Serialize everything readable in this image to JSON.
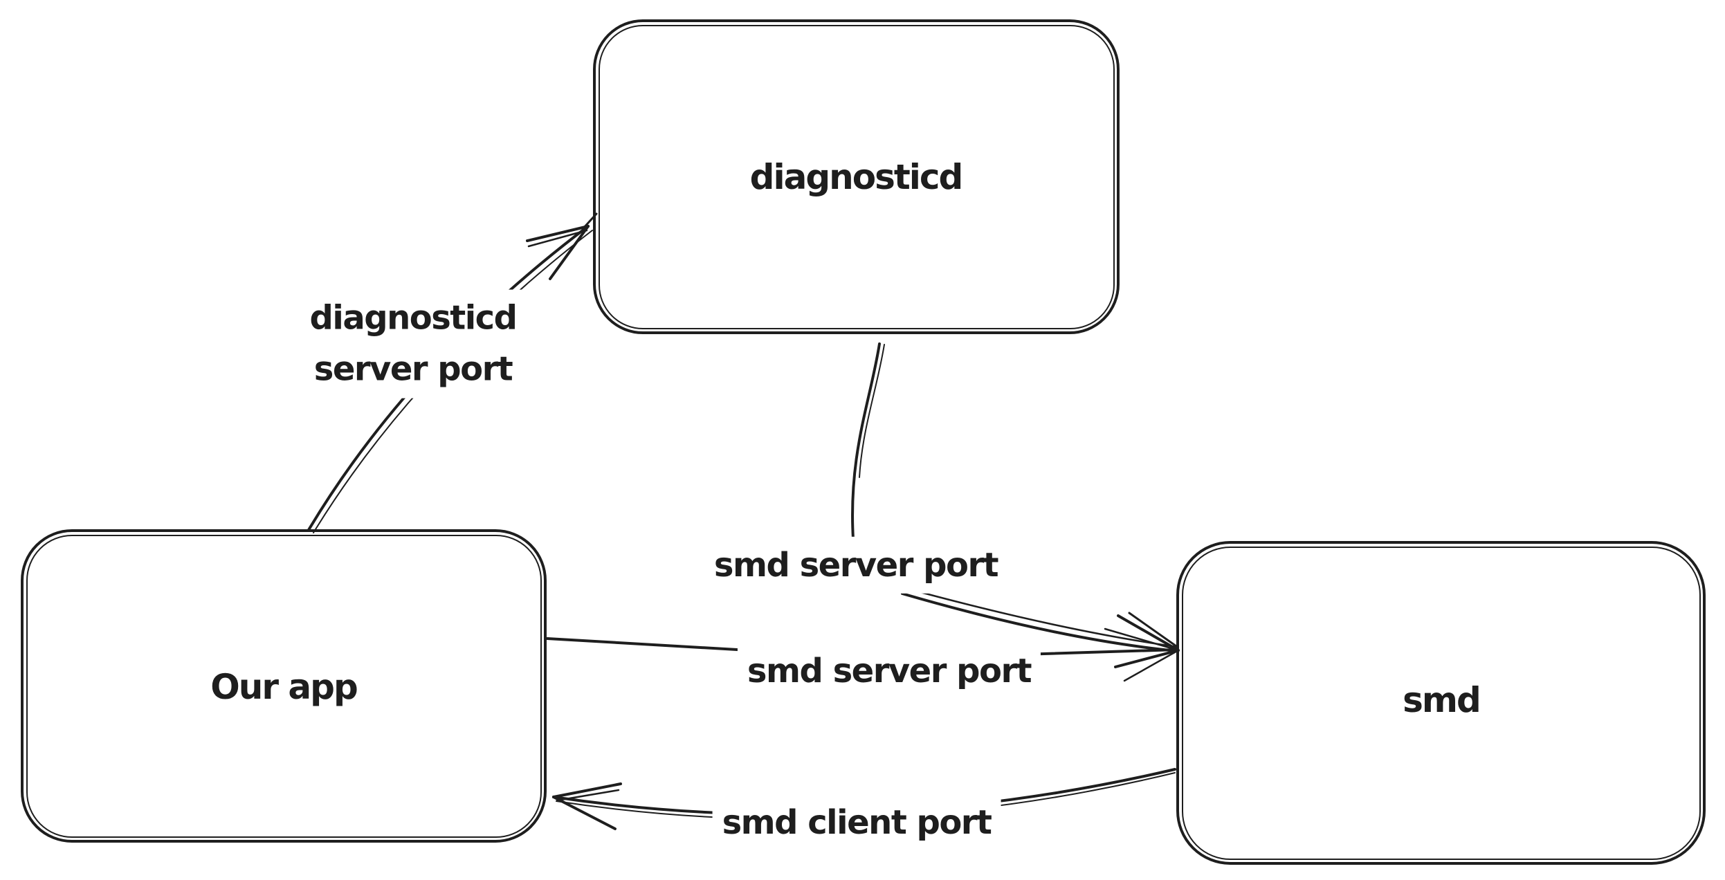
{
  "colors": {
    "background": "#ffffff",
    "stroke": "#1e1e1e"
  },
  "nodes": [
    {
      "id": "diagnosticd",
      "label": "diagnosticd"
    },
    {
      "id": "our_app",
      "label": "Our app"
    },
    {
      "id": "smd",
      "label": "smd"
    }
  ],
  "edges": [
    {
      "from": "Our app",
      "to": "diagnosticd",
      "label": "diagnosticd server port",
      "label_lines": [
        "diagnosticd",
        "server port"
      ]
    },
    {
      "from": "diagnosticd",
      "to": "smd",
      "label": "smd server port"
    },
    {
      "from": "Our app",
      "to": "smd",
      "label": "smd server port"
    },
    {
      "from": "smd",
      "to": "Our app",
      "label": "smd client port"
    }
  ]
}
